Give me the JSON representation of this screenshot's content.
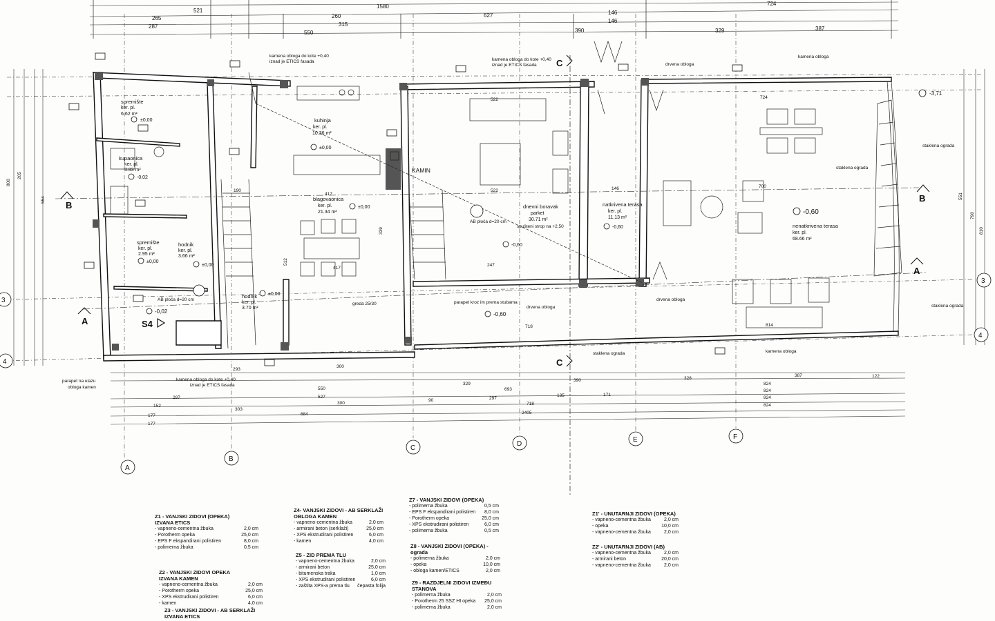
{
  "rooms": [
    {
      "id": "spremiste1",
      "name": "spremište",
      "floor": "ker. pl.",
      "area": "6.62 m²",
      "level": "±0,00"
    },
    {
      "id": "kupaonica",
      "name": "kupaonica",
      "floor": "ker. pl.",
      "area": "3.83 m²",
      "level": "-0,02"
    },
    {
      "id": "spremiste2",
      "name": "spremište",
      "floor": "ker. pl.",
      "area": "2.95 m²",
      "level": "±0,00"
    },
    {
      "id": "hodnik1",
      "name": "hodnik",
      "floor": "ker. pl.",
      "area": "3.66 m²",
      "level": "±0,00"
    },
    {
      "id": "hodnik2",
      "name": "hodnik",
      "floor": "ker. pl.",
      "area": "3.70 m²",
      "level": "±0,00"
    },
    {
      "id": "kuhinja",
      "name": "kuhinja",
      "floor": "ker. pl.",
      "area": "10.36 m²",
      "level": "±0,00"
    },
    {
      "id": "blagovaonica",
      "name": "blagovaonica",
      "floor": "ker. pl.",
      "area": "21.34 m²",
      "level": "±0,00"
    },
    {
      "id": "dnevni",
      "name": "dnevni boravak",
      "floor": "parket",
      "area": "30.71 m²",
      "level": "-0,60"
    },
    {
      "id": "natkrivena",
      "name": "natkrivena terasa",
      "floor": "ker. pl.",
      "area": "11.13 m²",
      "level": "-0,60"
    },
    {
      "id": "nenatkrivena",
      "name": "nenatkrivena terasa",
      "floor": "ker. pl.",
      "area": "68.66 m²",
      "level": "-0,60"
    }
  ],
  "notes": {
    "kamena_top": "kamena obloga do kote +0,40",
    "etics_top": "iznad je ETICS fasada",
    "kamena_top2": "kamena obloga do kote +0,40",
    "etics_top2": "iznad je ETICS fasada",
    "kamena_obloga": "kamena obloga",
    "drvena_obloga": "drvena obloga",
    "staklena_ograda": "staklena ograda",
    "kamena_bottom": "kamena obloga do kote +0,40",
    "etics_bottom": "iznad je ETICS fasada",
    "parapet_ulaz": "parapet na ulazu",
    "obloga_kamen": "obloga kamen",
    "kamin": "KAMIN",
    "ab_ploca": "AB ploča d=20 cm",
    "ab_ploca2": "AB ploča d=20 cm",
    "spusteni": "spušteni strop na +2.50",
    "parapet_stube": "parapet kroz im prema stubama",
    "greda": "greda 25/30",
    "staklena_bottom": "staklena ograda",
    "kamena_bottom2": "kamena obloga",
    "level_top_right": "-3,71",
    "level_entry": "-0,02",
    "level_mid": "-0,60",
    "level_dnevni2": "-0,60",
    "s4": "S4"
  },
  "section_marks": {
    "b": "B",
    "a": "A",
    "c": "C"
  },
  "axes": {
    "A": "A",
    "B": "B",
    "C": "C",
    "D": "D",
    "E": "E",
    "F": "F",
    "n3": "3",
    "n4": "4"
  },
  "dims": {
    "top_total": "1580",
    "top_521": "521",
    "top_724": "724",
    "top_265": "265",
    "top_260": "260",
    "top_627": "627",
    "top_146a": "146",
    "top_146b": "146",
    "top_287": "287",
    "top_315": "315",
    "top_550": "550",
    "top_390": "390",
    "top_329": "329",
    "top_387": "387",
    "bot_293": "293",
    "bot_300": "300",
    "bot_550": "550",
    "bot_329": "329",
    "bot_390": "390",
    "bot_328": "328",
    "bot_387": "387",
    "bot_122": "122",
    "bot_287": "287",
    "bot_527": "527",
    "bot_693": "693",
    "bot_824a": "824",
    "bot_824b": "824",
    "bot_824c": "824",
    "bot_824d": "824",
    "bot_152": "152",
    "bot_303": "303",
    "bot_300b": "300",
    "bot_90": "90",
    "bot_297": "297",
    "bot_718": "718",
    "bot_135": "135",
    "bot_171": "171",
    "bot_177a": "177",
    "bot_177b": "177",
    "bot_684": "684",
    "bot_2405": "2405",
    "left_800": "800",
    "left_554": "554",
    "left_205": "205",
    "right_551": "551",
    "right_790": "790",
    "right_810": "810",
    "in_417a": "417",
    "in_417b": "417",
    "in_522a": "522",
    "in_522b": "522",
    "in_724": "724",
    "in_700": "700",
    "in_718": "718",
    "in_247": "247",
    "in_146": "146",
    "in_190": "190",
    "in_512": "512",
    "in_339": "339",
    "in_814": "814"
  },
  "legend": {
    "z1": {
      "title": [
        "Z1 - VANJSKI ZIDOVI (OPEKA)",
        "IZVANA ETICS"
      ],
      "rows": [
        [
          "- vapneno-cementna žbuka",
          "2,0 cm"
        ],
        [
          "- Porotherm opeka",
          "25,0 cm"
        ],
        [
          "- EPS F ekspandirani polistiren",
          "8,0 cm"
        ],
        [
          "- polimerna žbuka",
          "0,5 cm"
        ]
      ]
    },
    "z2": {
      "title": [
        "Z2 - VANJSKI ZIDOVI OPEKA",
        "IZVANA KAMEN"
      ],
      "rows": [
        [
          "- vapneno-cementna žbuka",
          "2,0 cm"
        ],
        [
          "- Porotherm opeka",
          "25,0 cm"
        ],
        [
          "- XPS ekstrudirani polistiren",
          "6,0 cm"
        ],
        [
          "- kamen",
          "4,0 cm"
        ]
      ]
    },
    "z3": {
      "title": [
        "Z3 - VANJSKI ZIDOVI - AB SERKLAŽI",
        "IZVANA ETICS"
      ],
      "rows": []
    },
    "z4": {
      "title": [
        "Z4- VANJSKI ZIDOVI - AB SERKLAŽI",
        "OBLOGA KAMEN"
      ],
      "rows": [
        [
          "- vapneno-cementna žbuka",
          "2,0 cm"
        ],
        [
          "- armirani beton (serklaži)",
          "25,0 cm"
        ],
        [
          "- XPS ekstrudirani polistiren",
          "6,0 cm"
        ],
        [
          "- kamen",
          "4,0 cm"
        ]
      ]
    },
    "z5": {
      "title": [
        "Z5 - ZID PREMA TLU"
      ],
      "rows": [
        [
          "- vapneno-cementna žbuka",
          "2,0 cm"
        ],
        [
          "- armirani beton",
          "25,0 cm"
        ],
        [
          "- bitumenska traka",
          "1,0 cm"
        ],
        [
          "- XPS ekstrudirani polistiren",
          "6,0 cm"
        ],
        [
          "- zaštita XPS-a prema tlu",
          "čepasta folija"
        ]
      ]
    },
    "z7": {
      "title": [
        "Z7 - VANJSKI ZIDOVI (OPEKA)"
      ],
      "rows": [
        [
          "- polimerna žbuka",
          "0,5 cm"
        ],
        [
          "- EPS F ekspandirani polistiren",
          "8,0 cm"
        ],
        [
          "- Porotherm opeka",
          "25,0 cm"
        ],
        [
          "- XPS ekstrudirani polistiren",
          "6,0 cm"
        ],
        [
          "- polimerna žbuka",
          "0,5 cm"
        ]
      ]
    },
    "z8": {
      "title": [
        "Z8 - VANJSKI ZIDOVI (OPEKA) - ograda"
      ],
      "rows": [
        [
          "- polimerna žbuka",
          "2,0 cm"
        ],
        [
          "- opeka",
          "10,0 cm"
        ],
        [
          "- obloga kamen/ETICS",
          "2,0 cm"
        ]
      ]
    },
    "z9": {
      "title": [
        "Z9 - RAZDJELNI ZIDOVI IZMEĐU STANOVA"
      ],
      "rows": [
        [
          "- polimerna žbuka",
          "2,0 cm"
        ],
        [
          "- Porotherm 25 SSZ HI opeka",
          "25,0 cm"
        ],
        [
          "- polimerna žbuka",
          "2,0 cm"
        ]
      ]
    },
    "z1p": {
      "title": [
        "Z1' - UNUTARNJI ZIDOVI (OPEKA)"
      ],
      "rows": [
        [
          "- vapneno-cementna žbuka",
          "2,0 cm"
        ],
        [
          "- opeka",
          "10,0 cm"
        ],
        [
          "- vapneno-cementna žbuka",
          "2,0 cm"
        ]
      ]
    },
    "z2p": {
      "title": [
        "Z2' - UNUTARNJI ZIDOVI (AB)"
      ],
      "rows": [
        [
          "- vapneno-cementna žbuka",
          "2,0 cm"
        ],
        [
          "- armirani beton",
          "20,0 cm"
        ],
        [
          "- vapneno-cementna žbuka",
          "2,0 cm"
        ]
      ]
    }
  }
}
